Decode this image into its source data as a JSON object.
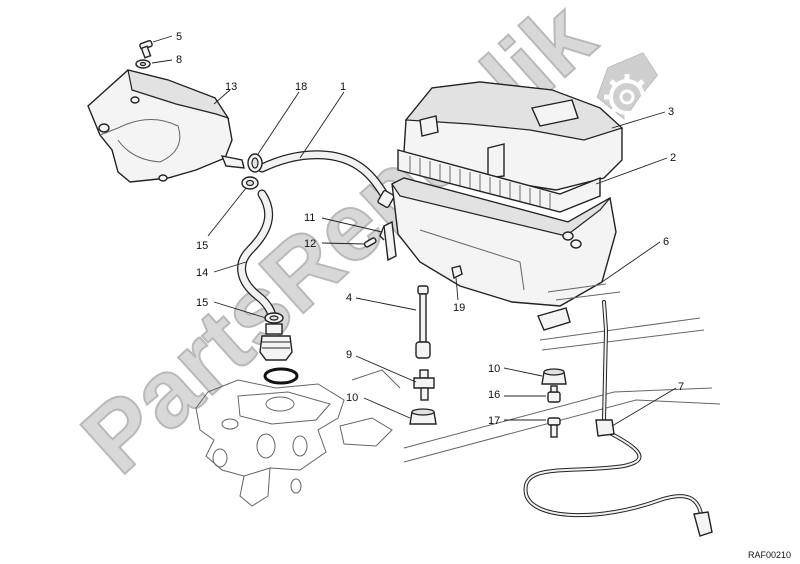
{
  "watermark": "PartsRepublik",
  "reference_code": "RAF00210",
  "icons": {
    "watermark_gear": "gear-icon"
  },
  "colors": {
    "watermark_fill": "#d8d8d8",
    "watermark_gear": "#cfcfcf",
    "line": "#222222"
  },
  "callouts": [
    {
      "id": "c5",
      "label": "5"
    },
    {
      "id": "c8",
      "label": "8"
    },
    {
      "id": "c13",
      "label": "13"
    },
    {
      "id": "c18",
      "label": "18"
    },
    {
      "id": "c1",
      "label": "1"
    },
    {
      "id": "c3",
      "label": "3"
    },
    {
      "id": "c2",
      "label": "2"
    },
    {
      "id": "c11",
      "label": "11"
    },
    {
      "id": "c12",
      "label": "12"
    },
    {
      "id": "c6",
      "label": "6"
    },
    {
      "id": "c15a",
      "label": "15"
    },
    {
      "id": "c14",
      "label": "14"
    },
    {
      "id": "c15b",
      "label": "15"
    },
    {
      "id": "c4",
      "label": "4"
    },
    {
      "id": "c19",
      "label": "19"
    },
    {
      "id": "c9",
      "label": "9"
    },
    {
      "id": "c10a",
      "label": "10"
    },
    {
      "id": "c16",
      "label": "16"
    },
    {
      "id": "c10b",
      "label": "10"
    },
    {
      "id": "c17",
      "label": "17"
    },
    {
      "id": "c7",
      "label": "7"
    }
  ]
}
